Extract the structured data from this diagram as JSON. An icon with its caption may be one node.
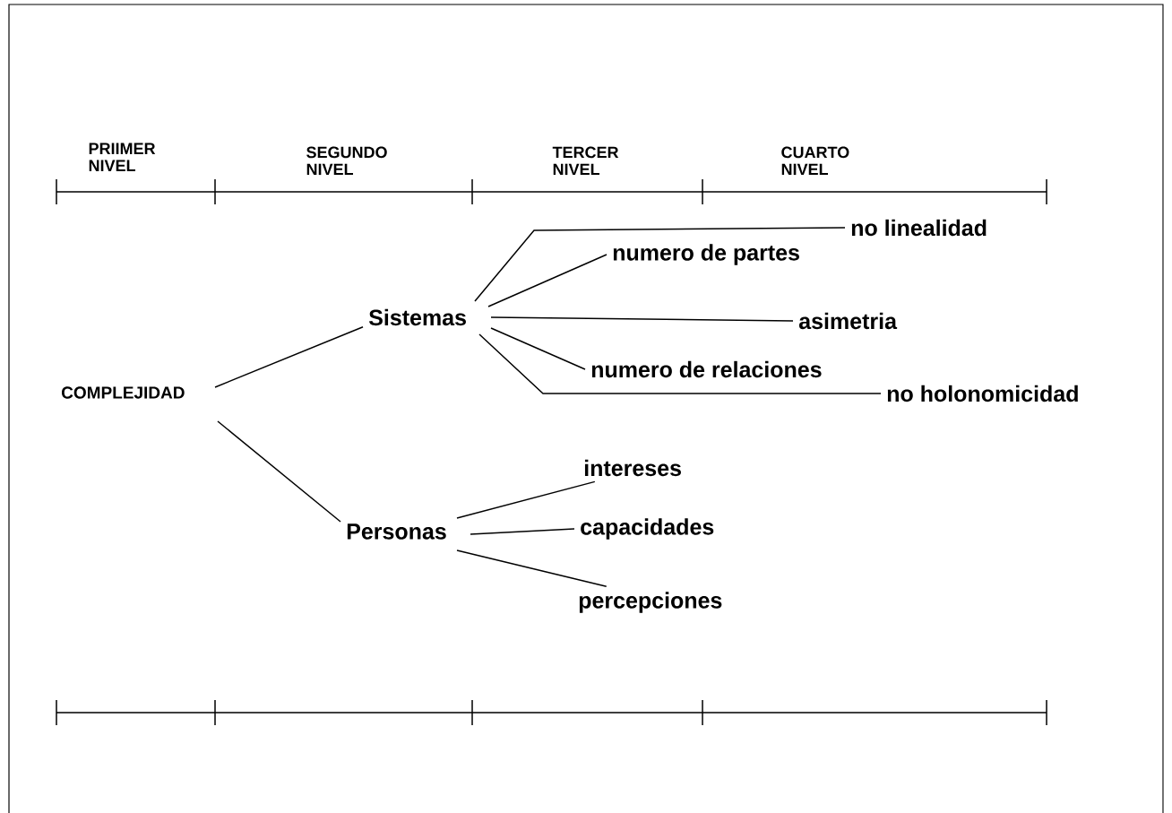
{
  "diagram": {
    "nodes": [
      {
        "text": [
          "COMPLEJIDAD"
        ]
      },
      {
        "text": [
          "Sistemas"
        ]
      },
      {
        "text": [
          "Personas"
        ]
      },
      {
        "text": [
          "no linealidad"
        ]
      },
      {
        "text": [
          "numero de partes"
        ]
      },
      {
        "text": [
          "asimetria"
        ]
      },
      {
        "text": [
          "numero de relaciones"
        ]
      },
      {
        "text": [
          "no holonomicidad"
        ]
      },
      {
        "text": [
          "intereses"
        ]
      },
      {
        "text": [
          "capacidades"
        ]
      },
      {
        "text": [
          "percepciones"
        ]
      }
    ],
    "edges": [
      {
        "from": 0,
        "to": 1,
        "arrow": "none"
      },
      {
        "from": 0,
        "to": 2,
        "arrow": "none"
      },
      {
        "from": 1,
        "to": 3,
        "arrow": "none"
      },
      {
        "from": 1,
        "to": 4,
        "arrow": "none"
      },
      {
        "from": 1,
        "to": 5,
        "arrow": "none"
      },
      {
        "from": 1,
        "to": 6,
        "arrow": "none"
      },
      {
        "from": 1,
        "to": 7,
        "arrow": "none"
      },
      {
        "from": 2,
        "to": 8,
        "arrow": "none"
      },
      {
        "from": 2,
        "to": 9,
        "arrow": "none"
      },
      {
        "from": 2,
        "to": 10,
        "arrow": "none"
      }
    ],
    "labels": [
      "PRIIMER NIVEL",
      "SEGUNDO NIVEL",
      "TERCER NIVEL",
      "CUARTO NIVEL"
    ]
  }
}
